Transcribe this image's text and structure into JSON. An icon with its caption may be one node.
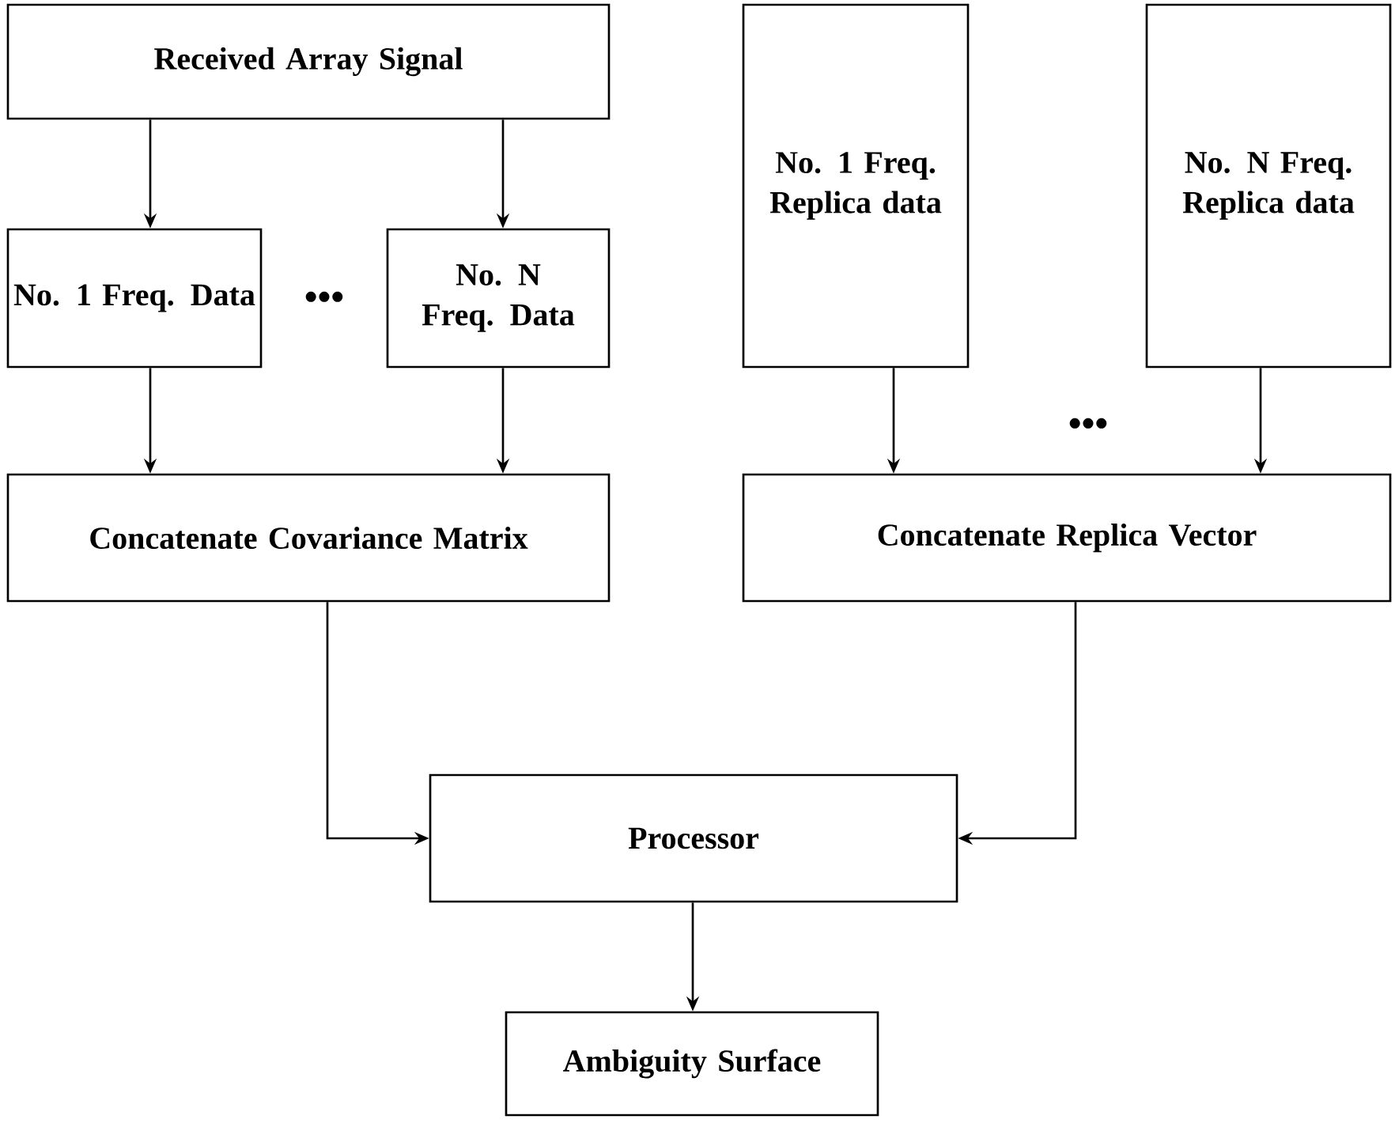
{
  "diagram": {
    "nodes": [
      {
        "text": [
          "Received Array Signal"
        ]
      },
      {
        "text": [
          "No. 1 Freq. Data"
        ]
      },
      {
        "text": [
          "No. N Freq. Data"
        ]
      },
      {
        "text": [
          "No. 1 Freq. Replica data"
        ]
      },
      {
        "text": [
          "No. N Freq. Replica data"
        ]
      },
      {
        "text": [
          "Concatenate Covariance Matrix"
        ]
      },
      {
        "text": [
          "Concatenate Replica Vector"
        ]
      },
      {
        "text": [
          "Processor"
        ]
      },
      {
        "text": [
          "Ambiguity Surface"
        ]
      }
    ],
    "edges": [
      {
        "from": 0,
        "to": 1,
        "arrow": "to"
      },
      {
        "from": 0,
        "to": 2,
        "arrow": "to"
      },
      {
        "from": 1,
        "to": 5,
        "arrow": "to"
      },
      {
        "from": 2,
        "to": 5,
        "arrow": "to"
      },
      {
        "from": 3,
        "to": 6,
        "arrow": "to"
      },
      {
        "from": 4,
        "to": 6,
        "arrow": "to"
      },
      {
        "from": 5,
        "to": 7,
        "arrow": "to"
      },
      {
        "from": 6,
        "to": 7,
        "arrow": "to"
      },
      {
        "from": 7,
        "to": 8,
        "arrow": "to"
      }
    ],
    "labels": [
      "•••",
      "•••"
    ]
  }
}
